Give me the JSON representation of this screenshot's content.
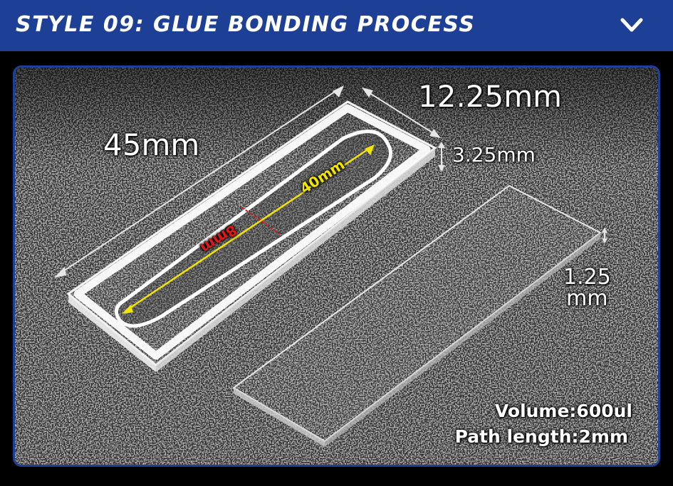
{
  "header": {
    "title": "STYLE 09:  GLUE BONDING PROCESS",
    "toggle_icon": "chevron-down-icon"
  },
  "colors": {
    "header_bg": "#1d3f96",
    "frame_border": "#1d3f96",
    "inner_length_arrow": "#f2e600",
    "inner_width_marker": "#e01818"
  },
  "dimensions": {
    "outer_length": "45mm",
    "outer_width": "12.25mm",
    "height": "3.25mm",
    "inner_length": "40mm",
    "inner_width": "8mm",
    "cover_thickness_value": "1.25",
    "cover_thickness_unit": "mm"
  },
  "specs": {
    "volume": "Volume:600ul",
    "path_length": "Path length:2mm"
  }
}
